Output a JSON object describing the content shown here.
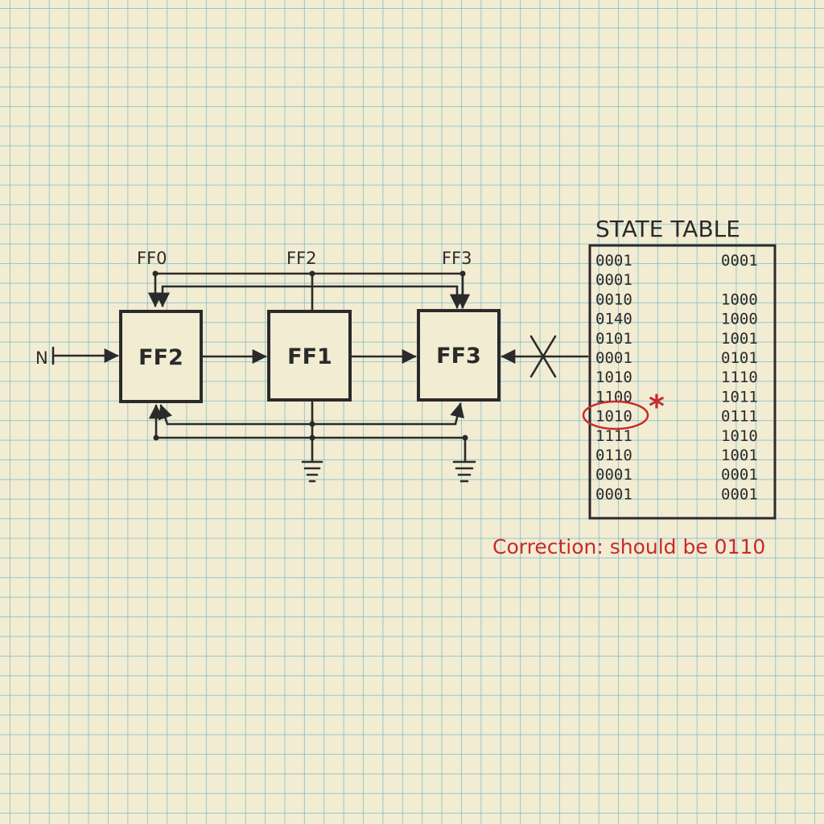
{
  "diagram": {
    "input_label": "N",
    "top_labels": [
      "FF0",
      "FF2",
      "FF3"
    ],
    "blocks": [
      "FF2",
      "FF1",
      "FF3"
    ]
  },
  "state_table": {
    "title": "STATE TABLE",
    "rows": [
      [
        "0001",
        "0001"
      ],
      [
        "0001",
        ""
      ],
      [
        "0010",
        "1000"
      ],
      [
        "0140",
        "1000"
      ],
      [
        "0101",
        "1001"
      ],
      [
        "0001",
        "0101"
      ],
      [
        "1010",
        "1110"
      ],
      [
        "1100",
        "1011"
      ],
      [
        "1010",
        "0111"
      ],
      [
        "1111",
        "1010"
      ],
      [
        "0110",
        "1001"
      ],
      [
        "0001",
        "0001"
      ],
      [
        "0001",
        "0001"
      ]
    ],
    "highlight_row": 8,
    "mark": "*"
  },
  "correction": "Correction: should be 0110",
  "colors": {
    "ink": "#2a2a2a",
    "correction": "#c92a2a",
    "paper": "#f2ecd3",
    "grid": "#78bac4"
  }
}
